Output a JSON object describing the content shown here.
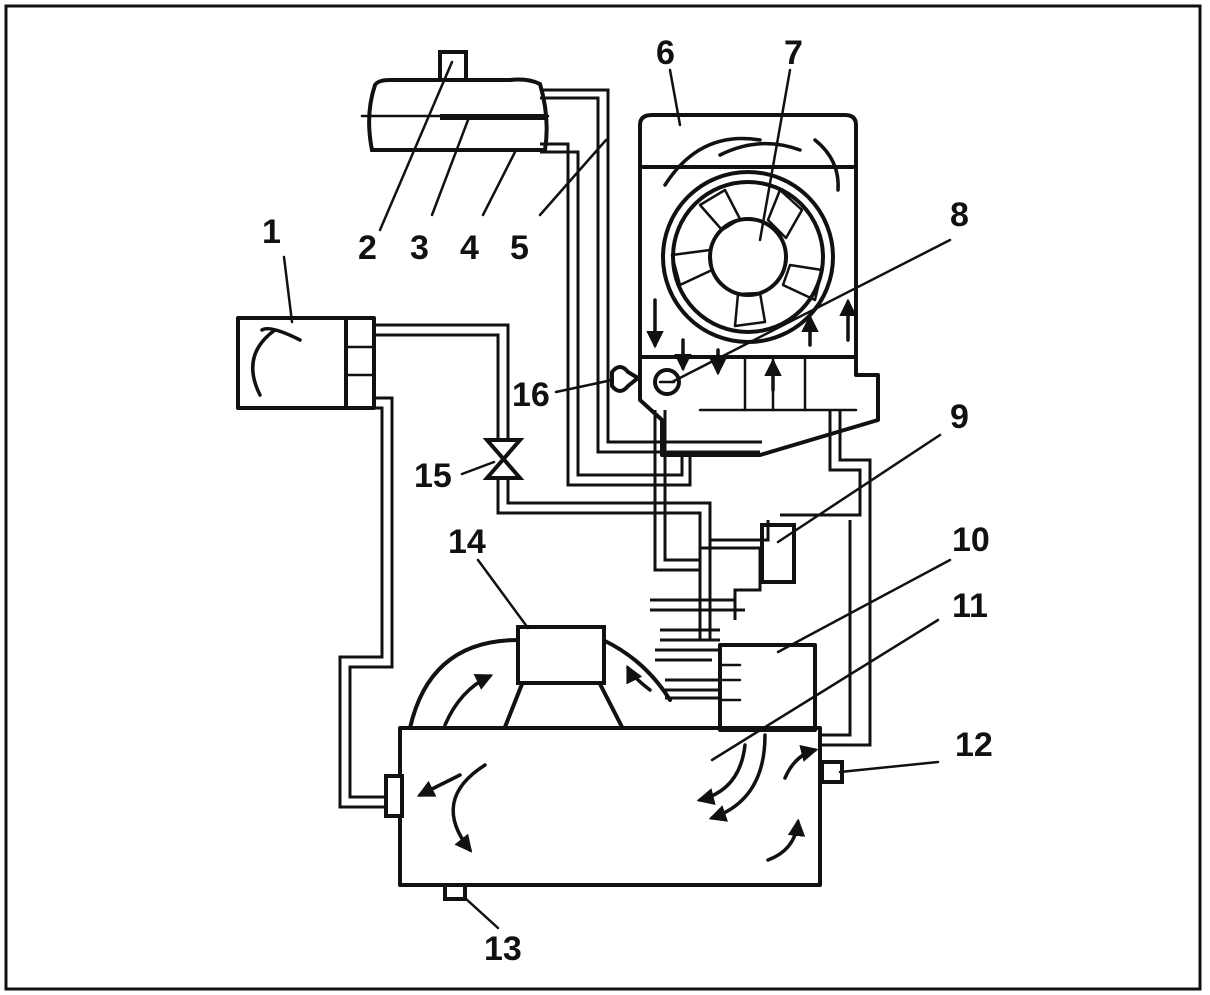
{
  "labels": {
    "l1": "1",
    "l2": "2",
    "l3": "3",
    "l4": "4",
    "l5": "5",
    "l6": "6",
    "l7": "7",
    "l8": "8",
    "l9": "9",
    "l10": "10",
    "l11": "11",
    "l12": "12",
    "l13": "13",
    "l14": "14",
    "l15": "15",
    "l16": "16"
  }
}
